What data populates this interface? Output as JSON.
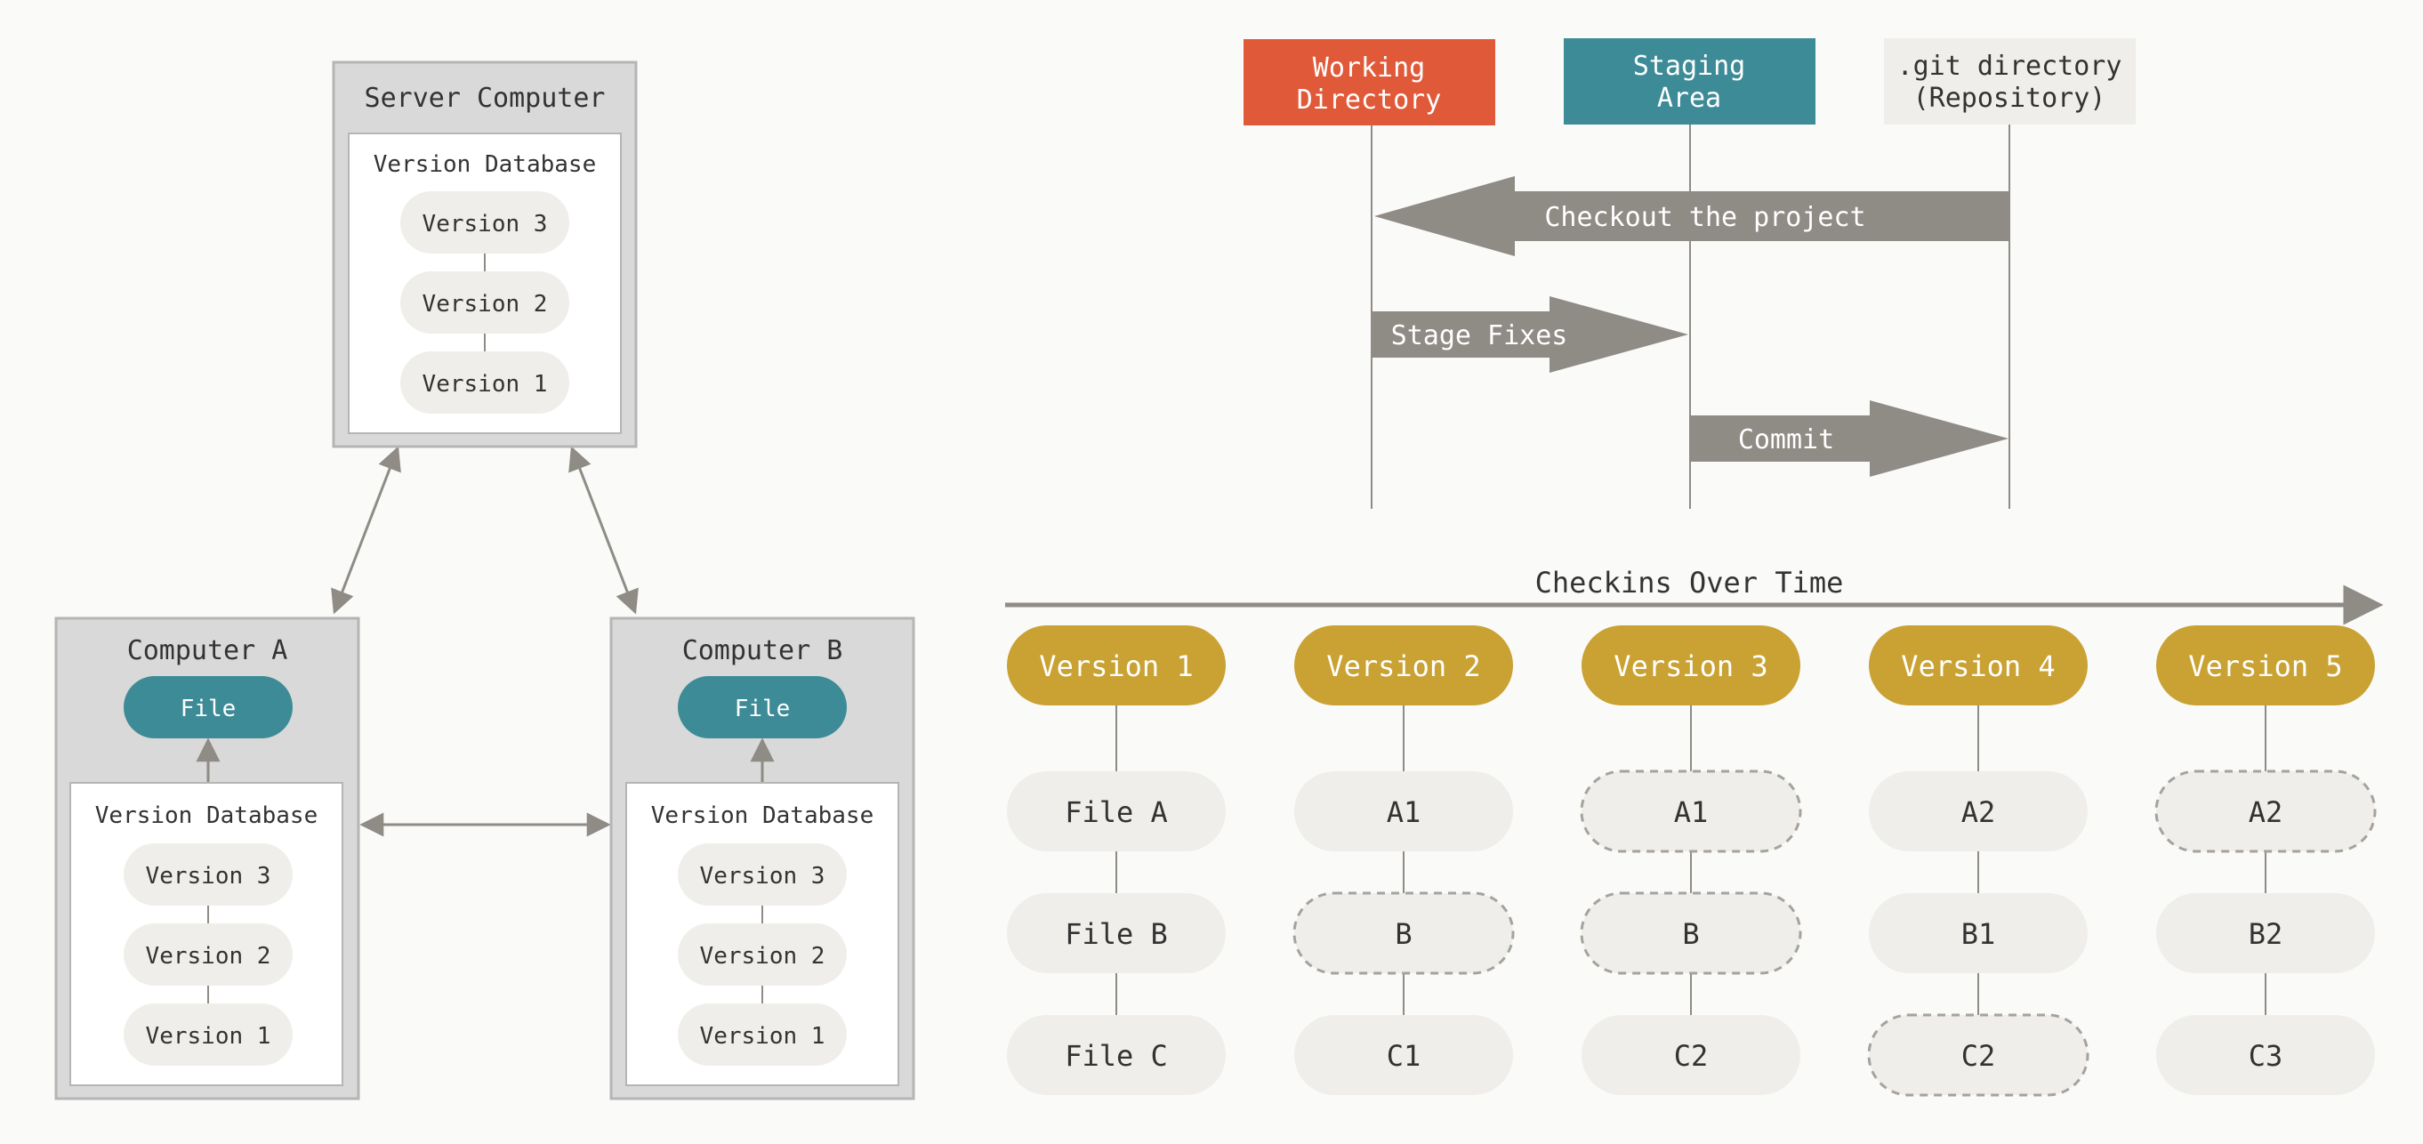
{
  "centralized": {
    "server": {
      "title": "Server Computer",
      "db_label": "Version Database",
      "versions": [
        "Version 3",
        "Version 2",
        "Version 1"
      ]
    },
    "computer_a": {
      "title": "Computer A",
      "file": "File",
      "db_label": "Version Database",
      "versions": [
        "Version 3",
        "Version 2",
        "Version 1"
      ]
    },
    "computer_b": {
      "title": "Computer B",
      "file": "File",
      "db_label": "Version Database",
      "versions": [
        "Version 3",
        "Version 2",
        "Version 1"
      ]
    }
  },
  "workflow": {
    "lanes": [
      {
        "label_lines": [
          "Working",
          "Directory"
        ],
        "color": "#e05a3a",
        "text_color": "#ffffff"
      },
      {
        "label_lines": [
          "Staging",
          "Area"
        ],
        "color": "#3d8b97",
        "text_color": "#ffffff"
      },
      {
        "label_lines": [
          ".git directory",
          "(Repository)"
        ],
        "color": "#efeeea",
        "text_color": "#333333"
      }
    ],
    "actions": [
      "Checkout the project",
      "Stage Fixes",
      "Commit"
    ],
    "arrow_color": "#8f8b85"
  },
  "checkins": {
    "title": "Checkins Over Time",
    "version_color": "#c9a233",
    "versions": [
      "Version 1",
      "Version 2",
      "Version 3",
      "Version 4",
      "Version 5"
    ],
    "columns": [
      [
        {
          "label": "File A",
          "dashed": false
        },
        {
          "label": "File B",
          "dashed": false
        },
        {
          "label": "File C",
          "dashed": false
        }
      ],
      [
        {
          "label": "A1",
          "dashed": false
        },
        {
          "label": "B",
          "dashed": true
        },
        {
          "label": "C1",
          "dashed": false
        }
      ],
      [
        {
          "label": "A1",
          "dashed": true
        },
        {
          "label": "B",
          "dashed": true
        },
        {
          "label": "C2",
          "dashed": false
        }
      ],
      [
        {
          "label": "A2",
          "dashed": false
        },
        {
          "label": "B1",
          "dashed": false
        },
        {
          "label": "C2",
          "dashed": true
        }
      ],
      [
        {
          "label": "A2",
          "dashed": true
        },
        {
          "label": "B2",
          "dashed": false
        },
        {
          "label": "C3",
          "dashed": false
        }
      ]
    ]
  }
}
